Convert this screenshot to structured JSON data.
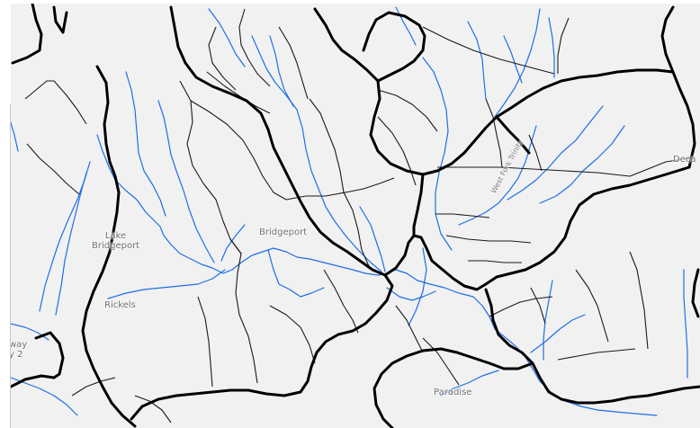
{
  "map": {
    "colors": {
      "land": "#f1f1f1",
      "river": "#1e6fe6",
      "basin_major": "#000000",
      "basin_minor": "#1a1a1a",
      "label": "#6f6f6f"
    },
    "places": {
      "lake_bridgeport_line1": "Lake",
      "lake_bridgeport_line2": "Bridgeport",
      "bridgeport": "Bridgeport",
      "rickels": "Rickels",
      "paradise": "Paradise",
      "decatur_partial": "Deca",
      "left_edge_line1": "way",
      "left_edge_line2": "y 2"
    },
    "river_label": "West Fork Trinity"
  }
}
